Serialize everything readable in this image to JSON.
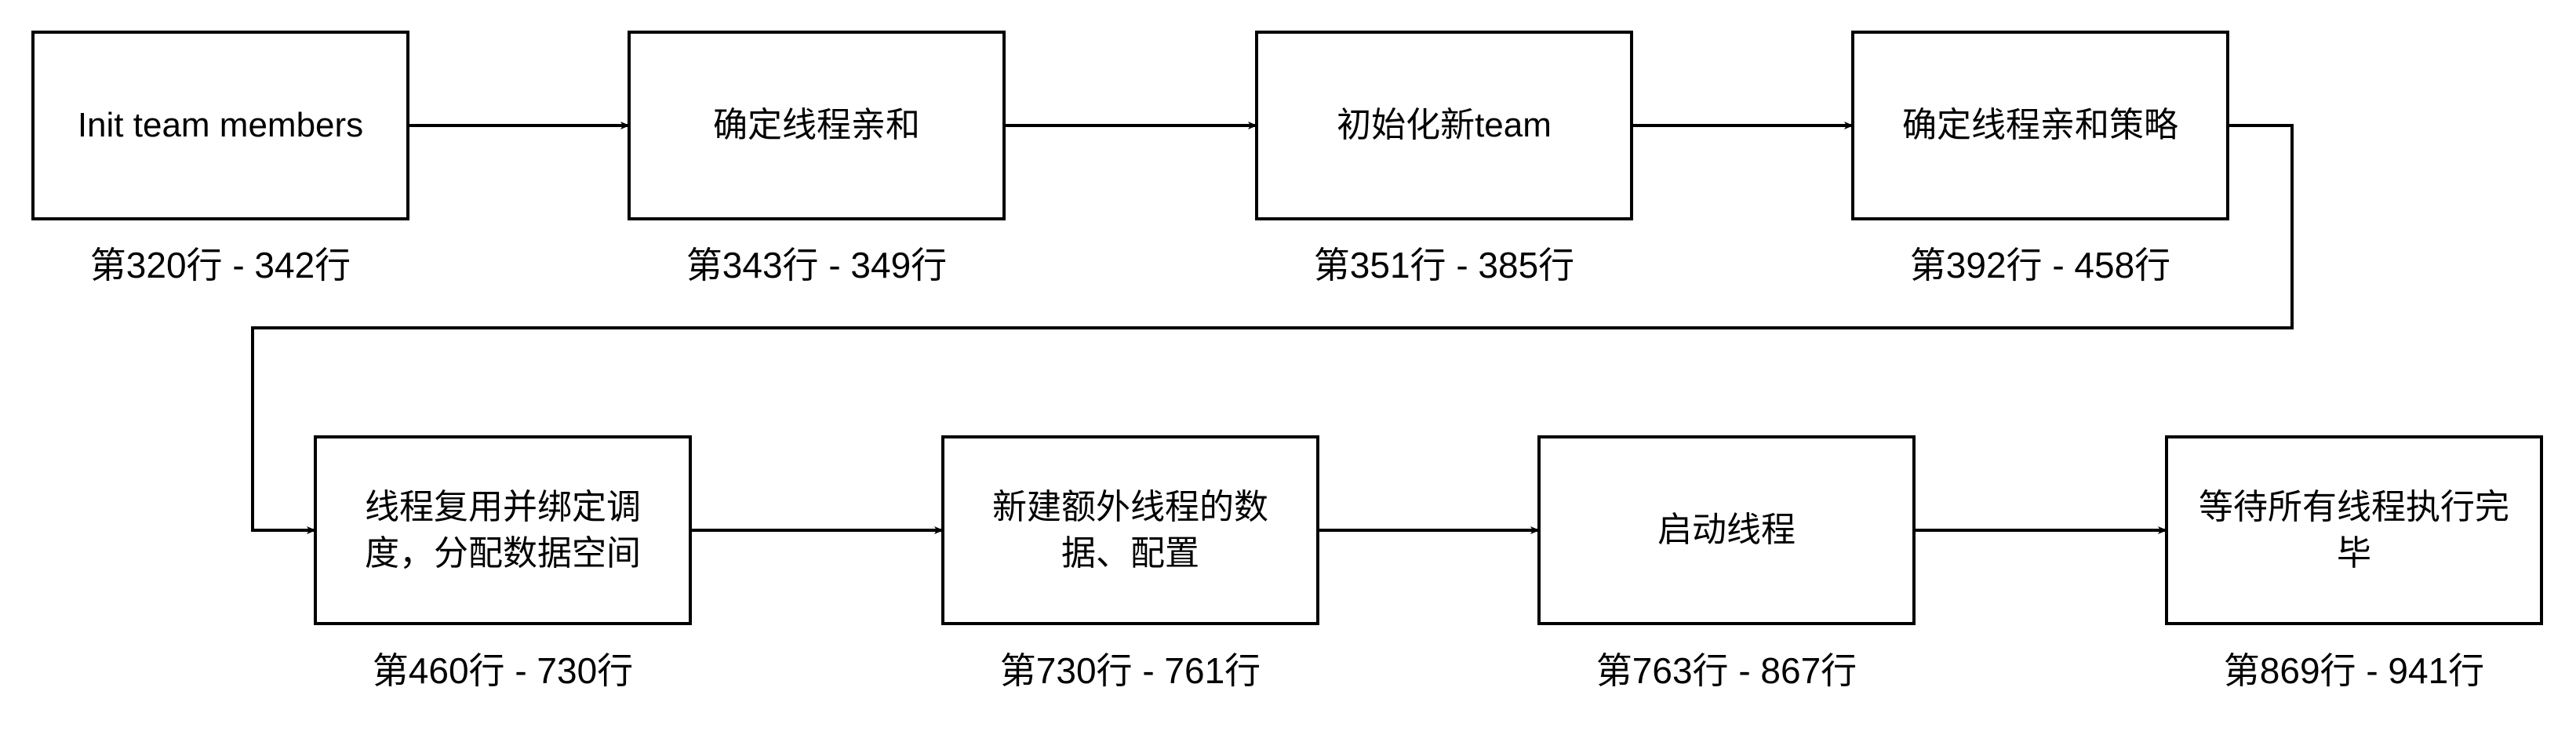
{
  "steps": [
    {
      "label": "Init team members",
      "lines": "第320行 - 342行"
    },
    {
      "label": "确定线程亲和",
      "lines": "第343行 - 349行"
    },
    {
      "label": "初始化新team",
      "lines": "第351行 - 385行"
    },
    {
      "label": "确定线程亲和策略",
      "lines": "第392行 - 458行"
    },
    {
      "label": "线程复用并绑定调度，分配数据空间",
      "lines": "第460行 - 730行"
    },
    {
      "label": "新建额外线程的数据、配置",
      "lines": "第730行 - 761行"
    },
    {
      "label": "启动线程",
      "lines": "第763行 - 867行"
    },
    {
      "label": "等待所有线程执行完毕",
      "lines": "第869行 - 941行"
    }
  ],
  "colors": {
    "line": "#000000",
    "box_fill": "#ffffff",
    "background": "#ffffff"
  }
}
